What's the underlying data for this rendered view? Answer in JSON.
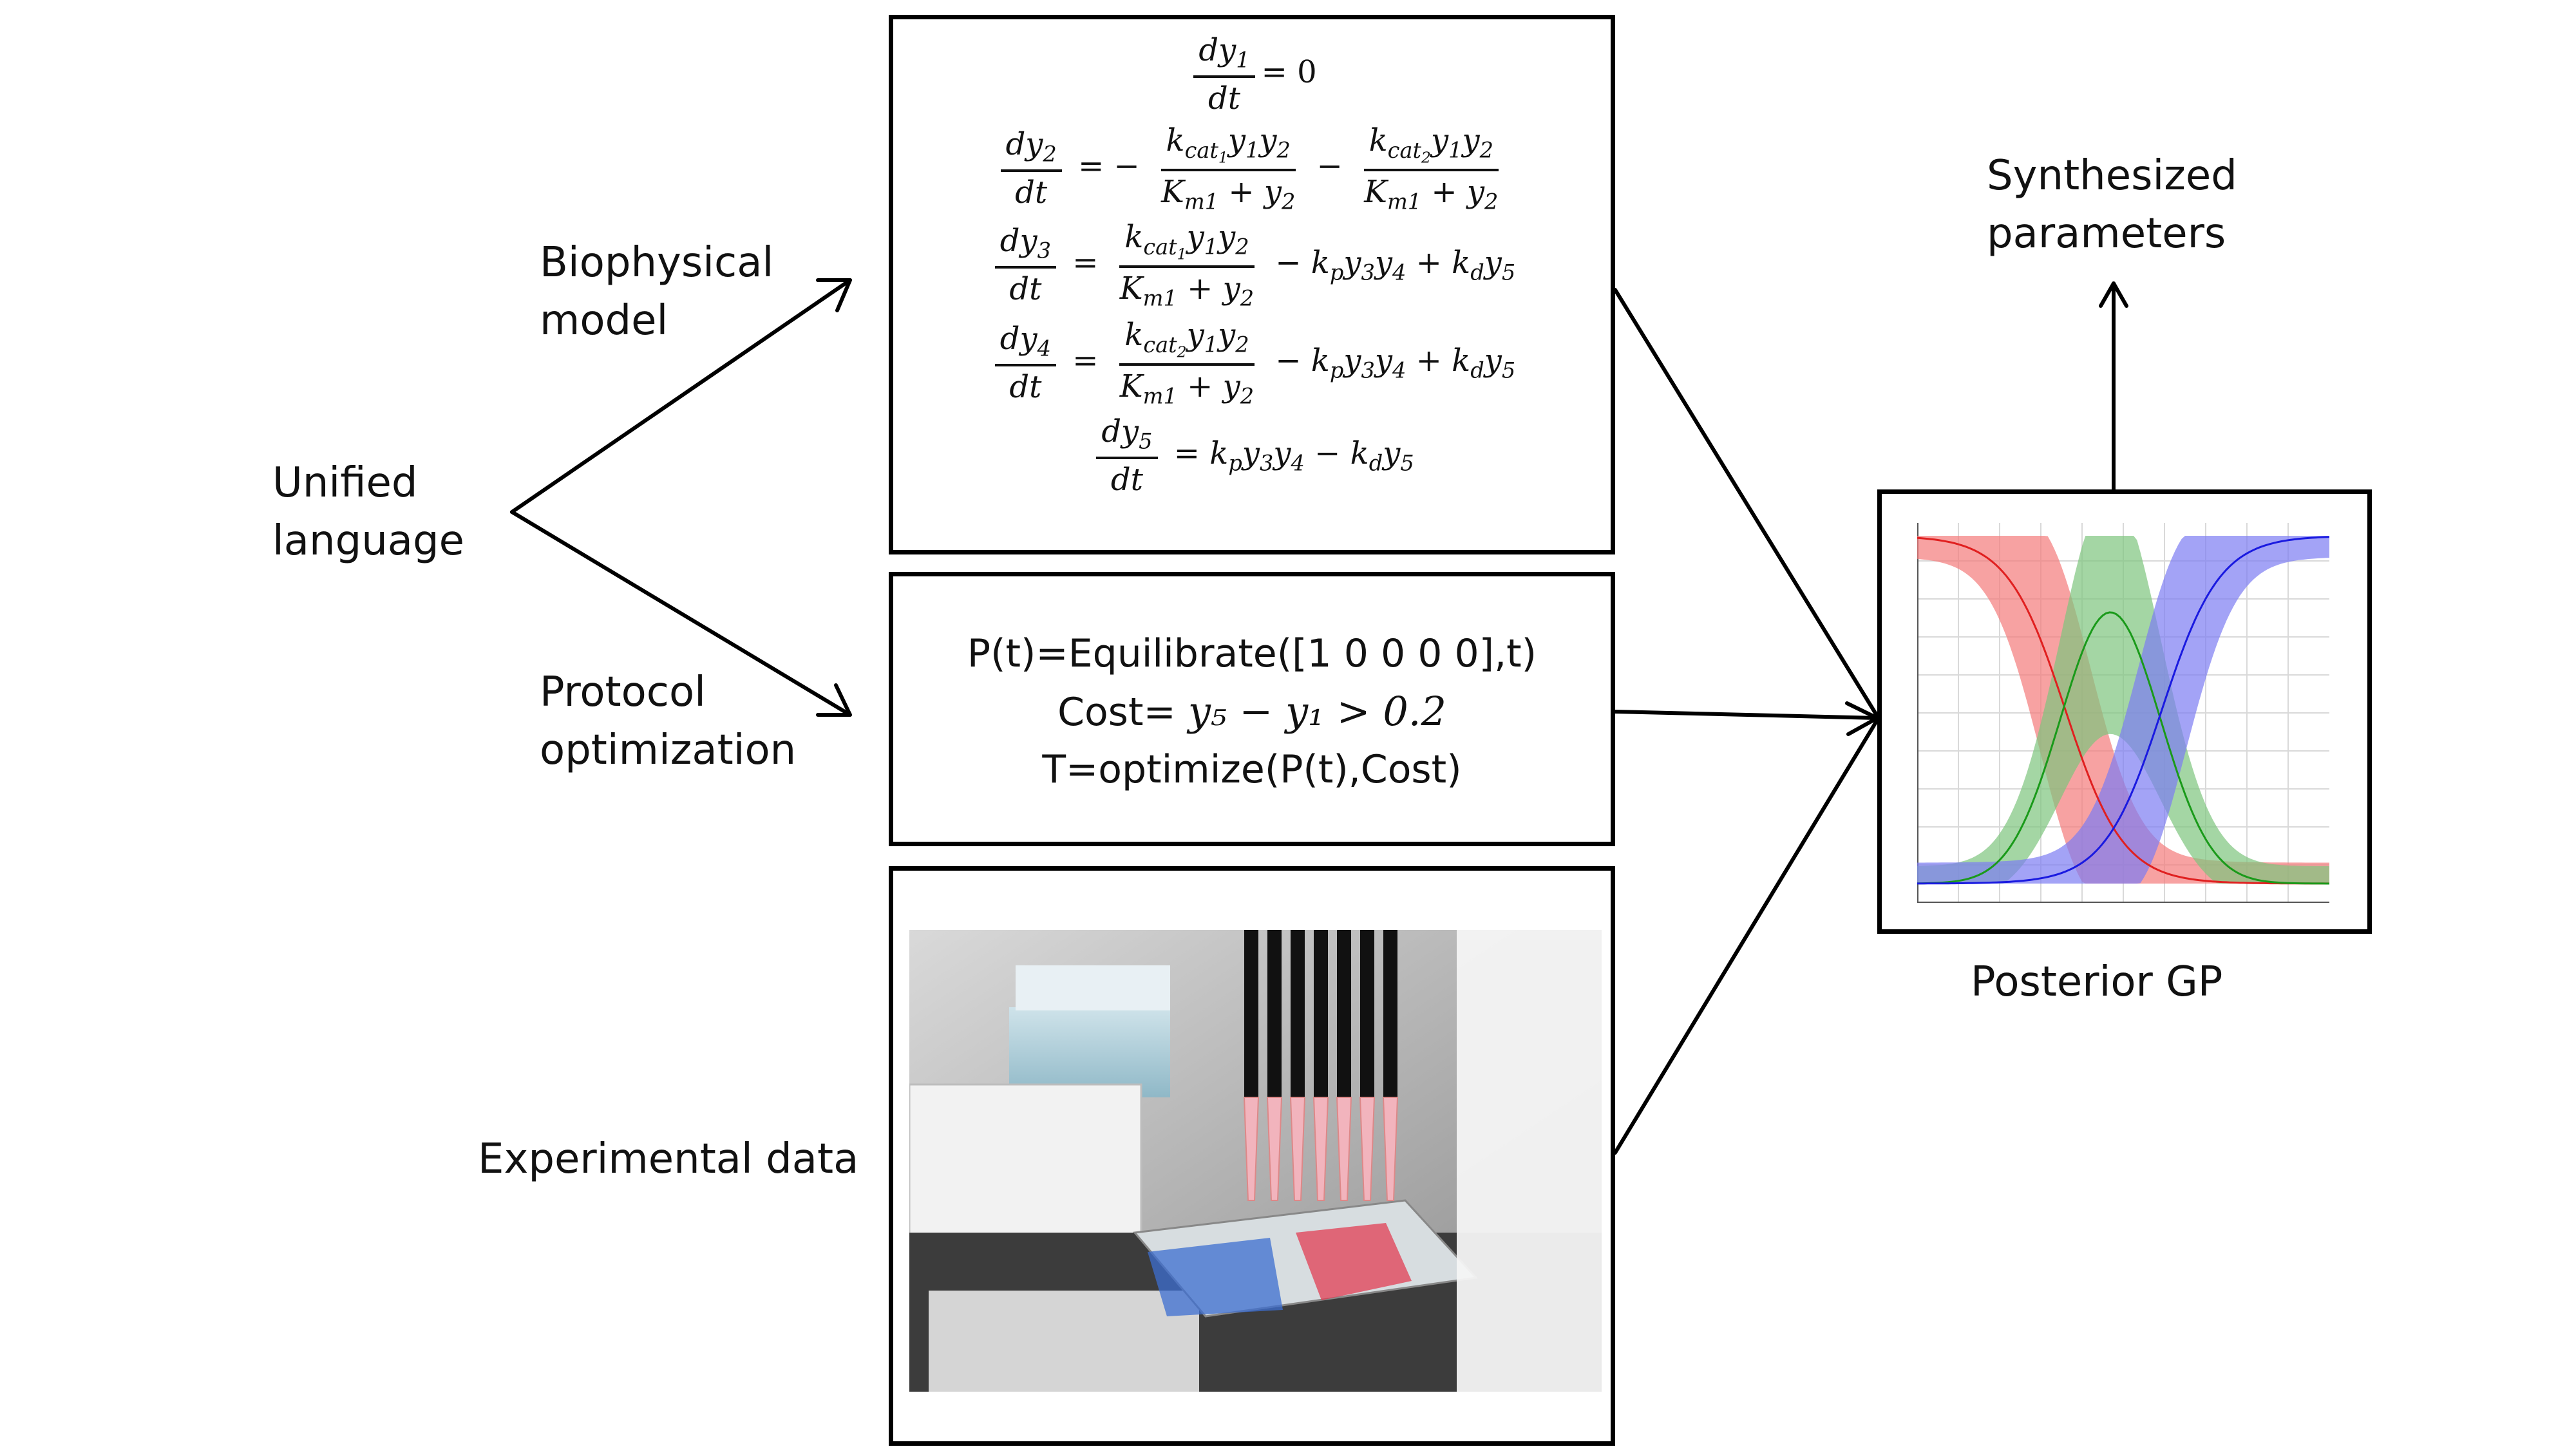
{
  "labels": {
    "unified": [
      "Unified",
      "language"
    ],
    "biophysical": [
      "Biophysical",
      "model"
    ],
    "protocol": [
      "Protocol",
      "optimization"
    ],
    "experimental": "Experimental data",
    "synthesized": [
      "Synthesized",
      "parameters"
    ],
    "posterior": "Posterior GP"
  },
  "protocol_box": {
    "line1": "P(t)=Equilibrate([1 0 0 0 0],t)",
    "line2_prefix": "Cost=",
    "line2_math": "y₅ − y₁ > 0.2",
    "line3": "T=optimize(P(t),Cost)"
  },
  "equations": {
    "eq1_rhs": "= 0",
    "eq2_rhs_mid": "− ",
    "eq3_rhs_tail": "− k_p y₃y₄ + k_d y₅",
    "eq5_rhs": "= k_p y₃y₄ − k_d y₅"
  },
  "colors": {
    "curve_red": "#e02020",
    "curve_green": "#1a9a1a",
    "curve_blue": "#1a1ae0",
    "band_red": "#f47b7b",
    "band_green": "#7dc47d",
    "band_blue": "#7c7cf2"
  }
}
